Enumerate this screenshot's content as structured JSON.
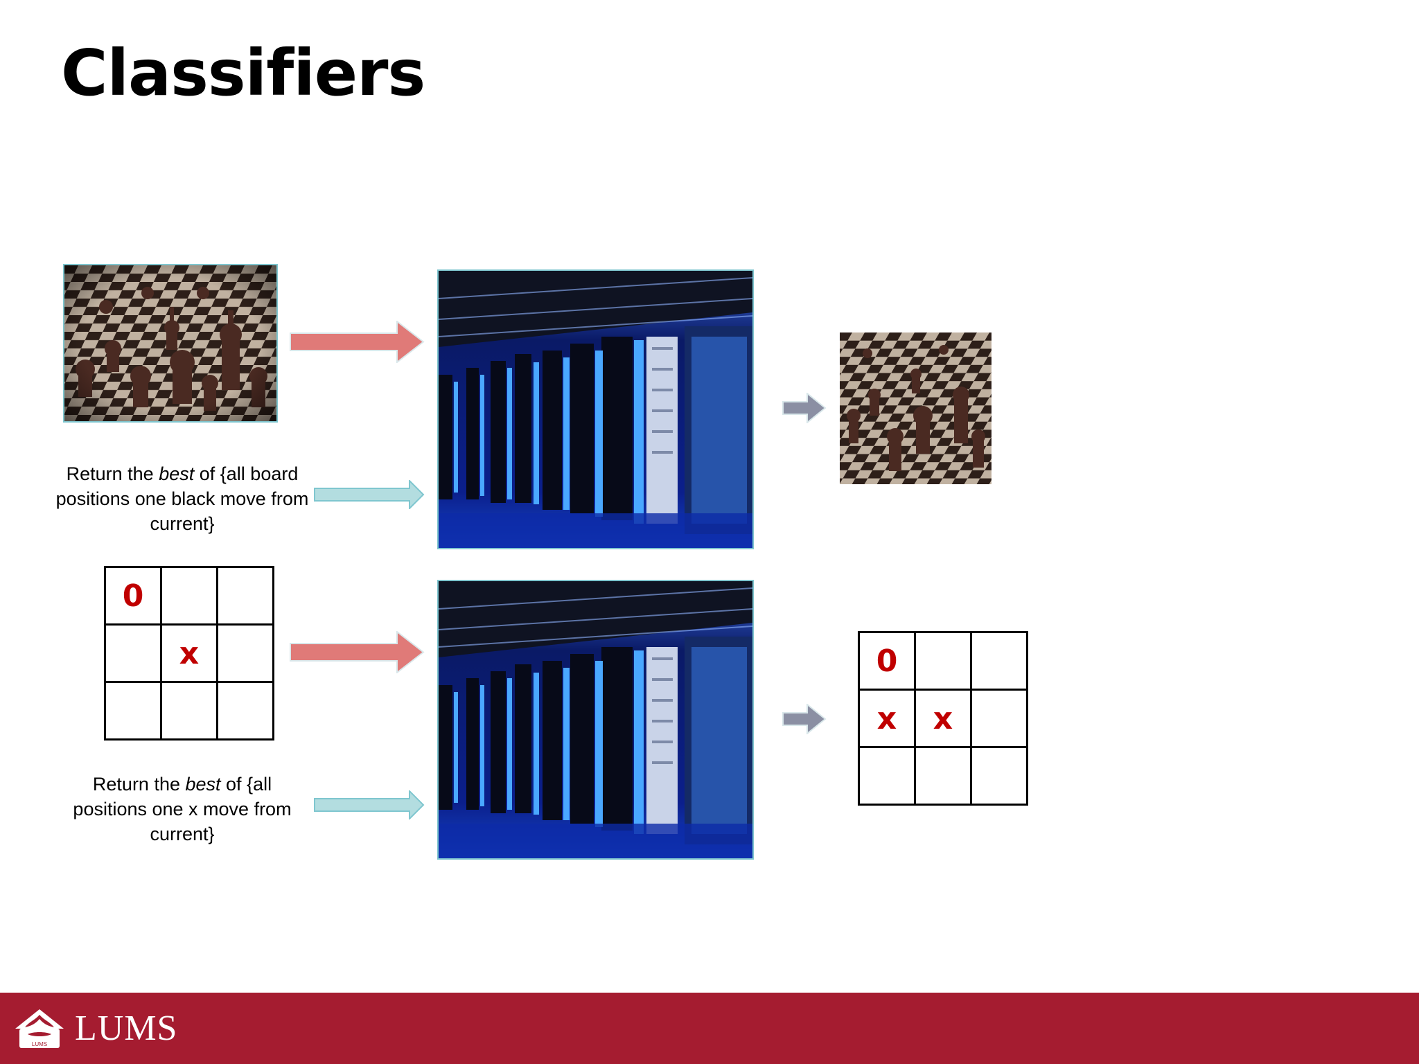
{
  "slide": {
    "title": "Classifiers"
  },
  "chess_row": {
    "input_image": "chess-board-photo",
    "machine_image": "server-room-photo",
    "output_image": "chess-board-photo",
    "caption_pre": "Return the ",
    "caption_em": "best",
    "caption_post": " of {all board positions one black move from current}"
  },
  "ttt_row": {
    "input_board": [
      [
        "0",
        "",
        ""
      ],
      [
        "",
        "x",
        ""
      ],
      [
        "",
        "",
        ""
      ]
    ],
    "machine_image": "server-room-photo",
    "output_board": [
      [
        "0",
        "",
        ""
      ],
      [
        "x",
        "x",
        ""
      ],
      [
        "",
        "",
        ""
      ]
    ],
    "caption_pre": "Return the ",
    "caption_em": "best",
    "caption_post": " of {all positions one x move from current}"
  },
  "colors": {
    "input_arrow": "#e07a78",
    "rule_arrow": "#b3dde0",
    "output_arrow": "#8b8fa3",
    "mark": "#c00000",
    "footer": "#a51c30"
  },
  "footer": {
    "logo_text": "LUMS",
    "logo_sub": "LUMS"
  }
}
